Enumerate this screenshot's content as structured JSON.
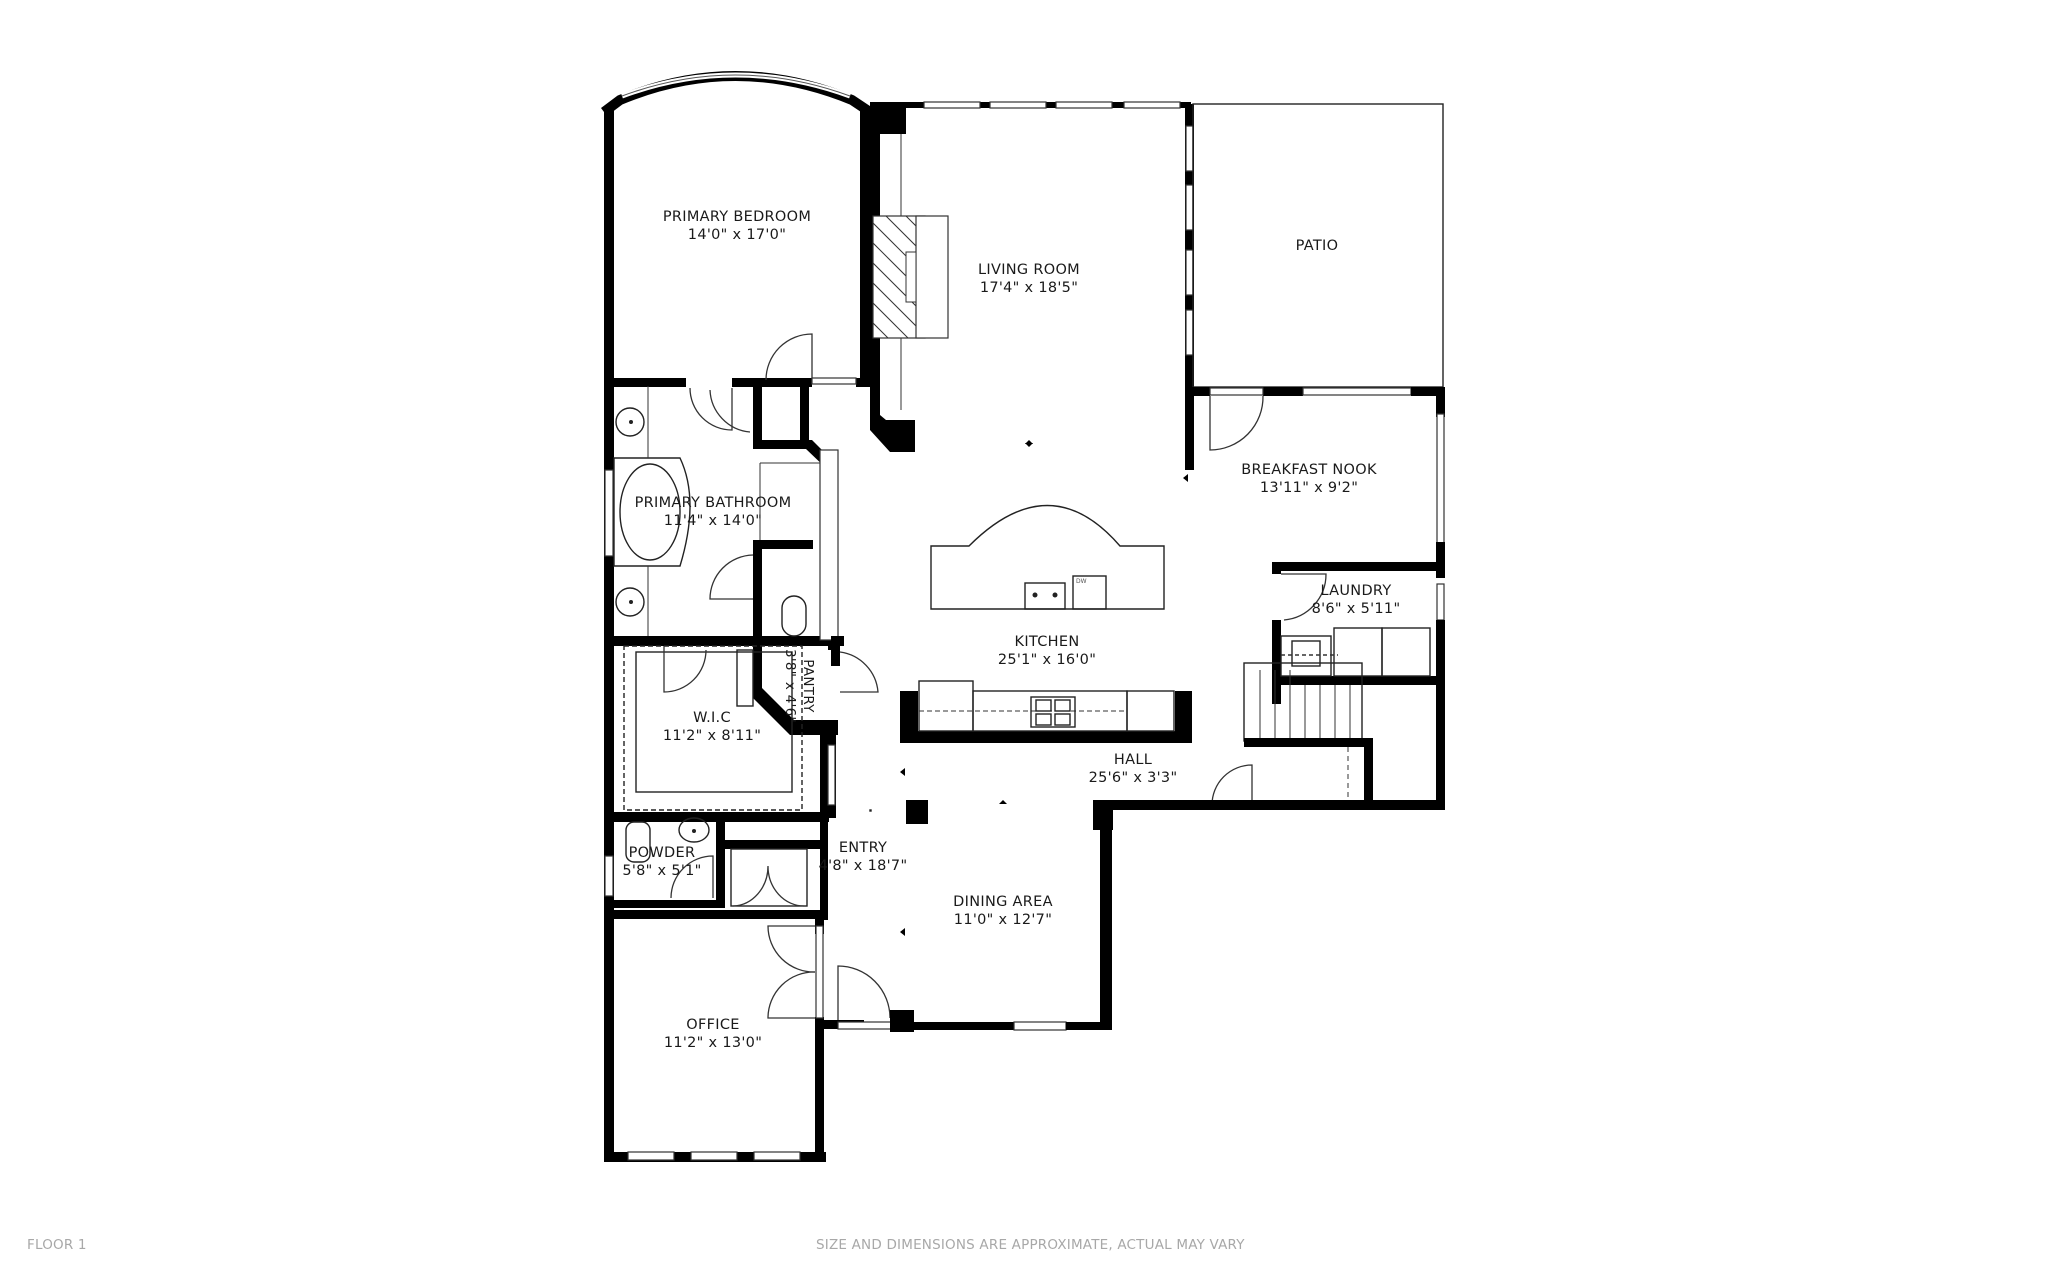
{
  "plan": {
    "floor_label": "FLOOR 1",
    "disclaimer": "SIZE AND DIMENSIONS ARE APPROXIMATE, ACTUAL MAY VARY",
    "appliance_labels": {
      "dishwasher": "DW"
    },
    "rooms": [
      {
        "id": "primary-bedroom",
        "name": "PRIMARY BEDROOM",
        "dims": "14'0\" x 17'0\""
      },
      {
        "id": "living-room",
        "name": "LIVING ROOM",
        "dims": "17'4\" x 18'5\""
      },
      {
        "id": "patio",
        "name": "PATIO",
        "dims": ""
      },
      {
        "id": "breakfast-nook",
        "name": "BREAKFAST NOOK",
        "dims": "13'11\" x 9'2\""
      },
      {
        "id": "primary-bathroom",
        "name": "PRIMARY BATHROOM",
        "dims": "11'4\" x 14'0\""
      },
      {
        "id": "laundry",
        "name": "LAUNDRY",
        "dims": "8'6\" x 5'11\""
      },
      {
        "id": "kitchen",
        "name": "KITCHEN",
        "dims": "25'1\" x 16'0\""
      },
      {
        "id": "pantry",
        "name": "PANTRY",
        "dims": "3'8\" x 4'6\""
      },
      {
        "id": "wic",
        "name": "W.I.C",
        "dims": "11'2\" x 8'11\""
      },
      {
        "id": "hall",
        "name": "HALL",
        "dims": "25'6\" x 3'3\""
      },
      {
        "id": "powder",
        "name": "POWDER",
        "dims": "5'8\" x 5'1\""
      },
      {
        "id": "entry",
        "name": "ENTRY",
        "dims": "4'8\" x 18'7\""
      },
      {
        "id": "dining-area",
        "name": "DINING AREA",
        "dims": "11'0\" x 12'7\""
      },
      {
        "id": "office",
        "name": "OFFICE",
        "dims": "11'2\" x 13'0\""
      }
    ]
  }
}
